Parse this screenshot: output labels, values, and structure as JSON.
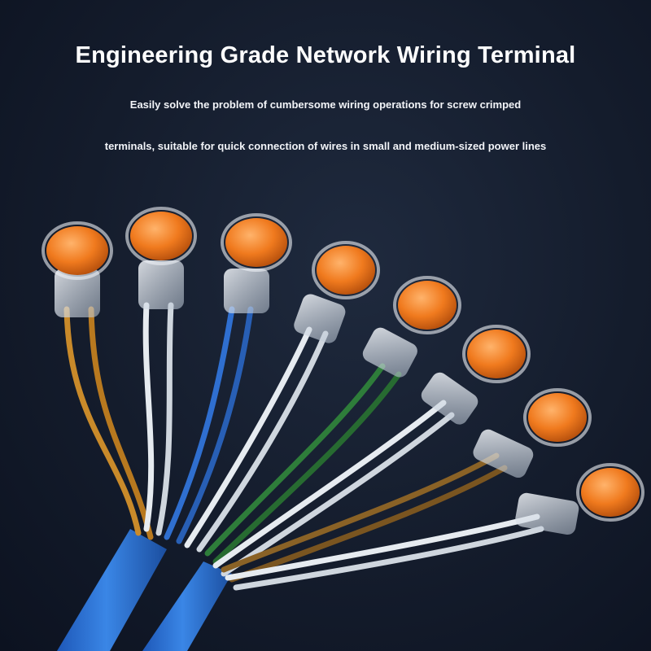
{
  "header": {
    "title": "Engineering Grade Network Wiring Terminal",
    "subtitle_line1": "Easily solve the problem of cumbersome wiring operations for screw crimped",
    "subtitle_line2": "terminals, suitable for quick connection of wires in small and medium-sized power lines"
  },
  "colors": {
    "background": "#141c2c",
    "cable_jacket": "#2f73d6",
    "connector_cap": "#f07a1e",
    "wire_orange": "#c98a2a",
    "wire_white": "#e6ebf0",
    "wire_blue": "#2f6fd0",
    "wire_green": "#2e7d3a",
    "wire_brown": "#8a6226"
  },
  "connectors": [
    {
      "wire_color": "orange"
    },
    {
      "wire_color": "white"
    },
    {
      "wire_color": "blue"
    },
    {
      "wire_color": "white"
    },
    {
      "wire_color": "green"
    },
    {
      "wire_color": "white"
    },
    {
      "wire_color": "brown"
    },
    {
      "wire_color": "white"
    }
  ]
}
